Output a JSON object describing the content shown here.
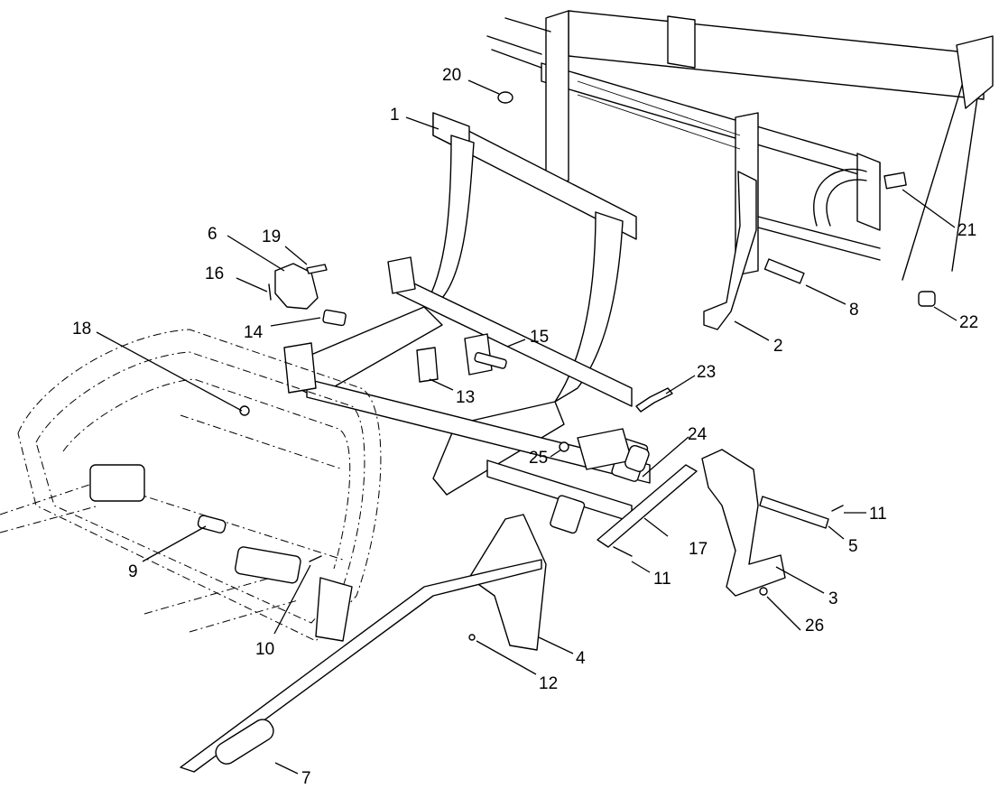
{
  "callouts": [
    {
      "id": "c1",
      "label": "1"
    },
    {
      "id": "c2",
      "label": "2"
    },
    {
      "id": "c3",
      "label": "3"
    },
    {
      "id": "c4",
      "label": "4"
    },
    {
      "id": "c5",
      "label": "5"
    },
    {
      "id": "c6",
      "label": "6"
    },
    {
      "id": "c7",
      "label": "7"
    },
    {
      "id": "c8",
      "label": "8"
    },
    {
      "id": "c9",
      "label": "9"
    },
    {
      "id": "c10",
      "label": "10"
    },
    {
      "id": "c11a",
      "label": "11"
    },
    {
      "id": "c11b",
      "label": "11"
    },
    {
      "id": "c12",
      "label": "12"
    },
    {
      "id": "c13",
      "label": "13"
    },
    {
      "id": "c14",
      "label": "14"
    },
    {
      "id": "c15",
      "label": "15"
    },
    {
      "id": "c16",
      "label": "16"
    },
    {
      "id": "c17",
      "label": "17"
    },
    {
      "id": "c18",
      "label": "18"
    },
    {
      "id": "c19",
      "label": "19"
    },
    {
      "id": "c20",
      "label": "20"
    },
    {
      "id": "c21",
      "label": "21"
    },
    {
      "id": "c22",
      "label": "22"
    },
    {
      "id": "c23",
      "label": "23"
    },
    {
      "id": "c24",
      "label": "24"
    },
    {
      "id": "c25",
      "label": "25"
    },
    {
      "id": "c26",
      "label": "26"
    }
  ]
}
